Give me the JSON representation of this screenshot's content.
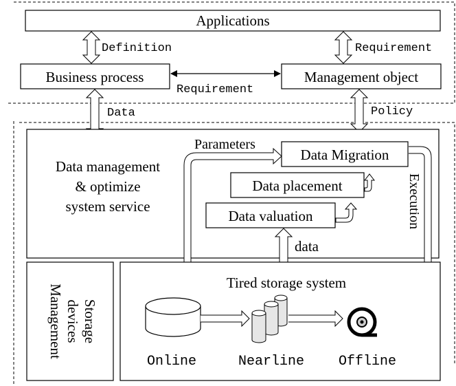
{
  "layers": {
    "applications": "Applications",
    "business_process": "Business process",
    "management_object": "Management object",
    "data_management": [
      "Data management",
      "& optimize",
      "system service"
    ],
    "storage_devices": [
      "Storage",
      "devices",
      "Management"
    ],
    "tired_storage": "Tired storage system"
  },
  "modules": {
    "data_migration": "Data Migration",
    "data_placement": "Data placement",
    "data_valuation": "Data valuation"
  },
  "edge_labels": {
    "definition": "Definition",
    "requirement_right": "Requirement",
    "requirement_middle": "Requirement",
    "data_upper": "Data",
    "policy": "Policy",
    "parameters": "Parameters",
    "execution": "Execution",
    "data_lower": "data"
  },
  "storage_tiers": {
    "online": "Online",
    "nearline": "Nearline",
    "offline": "Offline"
  },
  "colors": {
    "stroke": "#000000",
    "fill": "#ffffff",
    "cylinder_shade": "#e6e6e6",
    "tape_center": "#cccccc"
  }
}
